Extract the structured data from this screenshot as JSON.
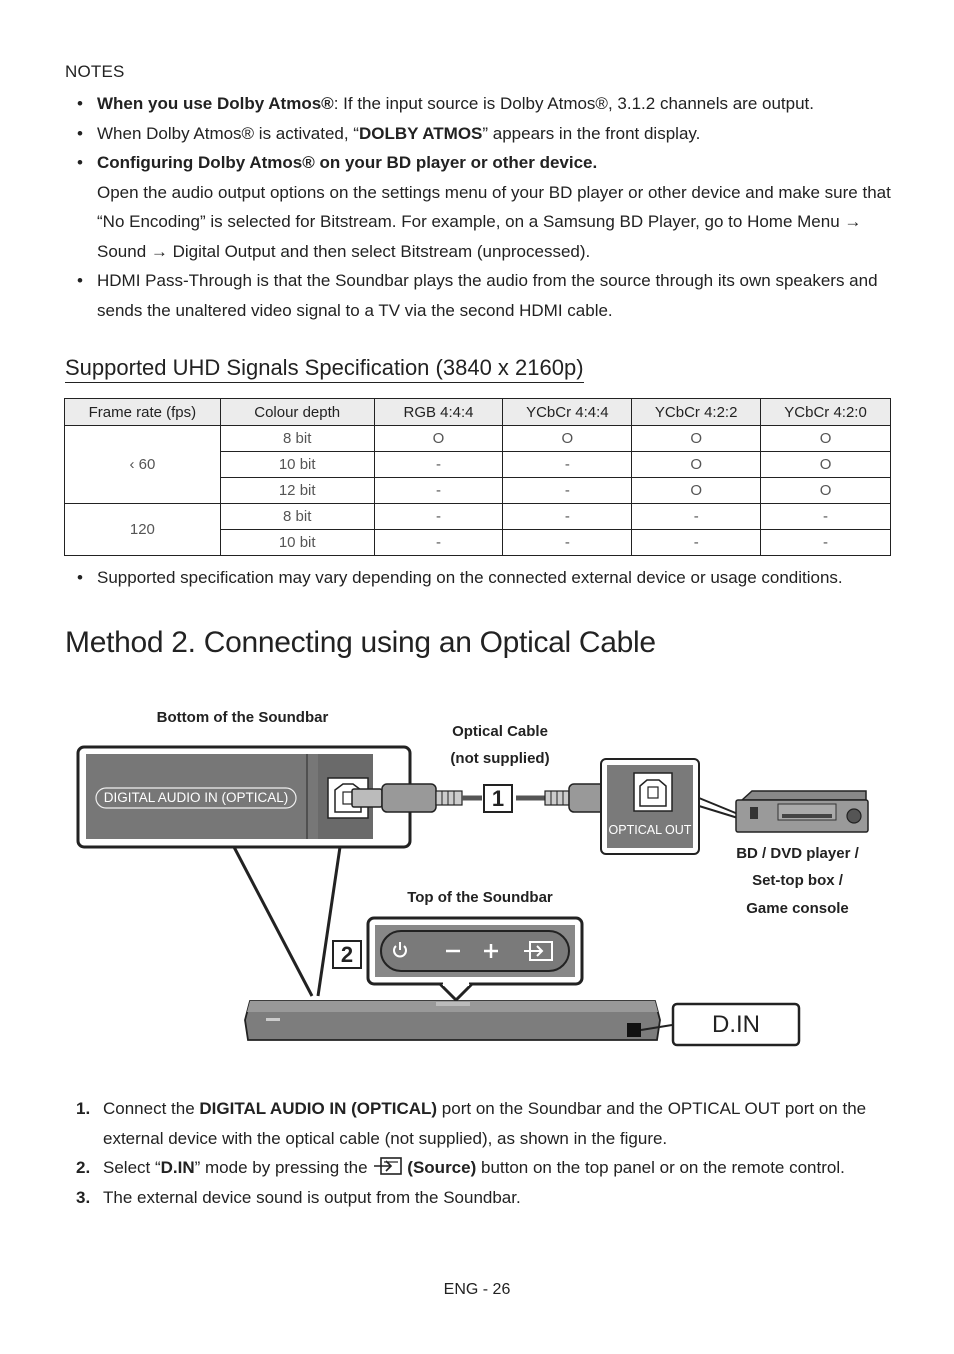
{
  "notes": {
    "title": "NOTES",
    "bullet": "•",
    "item1": {
      "bold": "When you use Dolby Atmos®",
      "rest": ": If the input source is Dolby Atmos®, 3.1.2 channels are output."
    },
    "item2": {
      "pre": "When Dolby Atmos® is activated, “",
      "bold": "DOLBY ATMOS",
      "post": "” appears in the front display."
    },
    "item3": {
      "bold": "Configuring Dolby Atmos® on your BD player or other device.",
      "body": "Open the audio output options on the settings menu of your BD player or other device and make sure that “No Encoding” is selected for Bitstream. For example, on a Samsung BD Player, go to Home Menu → Sound → Digital Output and then select Bitstream (unprocessed)."
    },
    "item4": {
      "text": "HDMI Pass-Through is that the Soundbar plays the audio from the source through its own speakers and sends the unaltered video signal to a TV via the second HDMI cable."
    }
  },
  "uhd": {
    "heading": "Supported UHD Signals Specification (3840 x 2160p)",
    "headers": [
      "Frame rate (fps)",
      "Colour depth",
      "RGB 4:4:4",
      "YCbCr 4:4:4",
      "YCbCr 4:2:2",
      "YCbCr 4:2:0"
    ],
    "groups": [
      {
        "rate": "‹ 60",
        "rows": [
          [
            "8 bit",
            "O",
            "O",
            "O",
            "O"
          ],
          [
            "10 bit",
            "-",
            "-",
            "O",
            "O"
          ],
          [
            "12 bit",
            "-",
            "-",
            "O",
            "O"
          ]
        ]
      },
      {
        "rate": "120",
        "rows": [
          [
            "8 bit",
            "-",
            "-",
            "-",
            "-"
          ],
          [
            "10 bit",
            "-",
            "-",
            "-",
            "-"
          ]
        ]
      }
    ],
    "note": "Supported specification may vary depending on the connected external device or usage conditions."
  },
  "method": {
    "heading": "Method 2. Connecting using an Optical Cable"
  },
  "diagram": {
    "bottom_label": "Bottom of the Soundbar",
    "port_label": "DIGITAL AUDIO IN (OPTICAL)",
    "cable_label_1": "Optical Cable",
    "cable_label_2": "(not supplied)",
    "step1_badge": "1",
    "optical_out_label": "OPTICAL OUT",
    "device_label_1": "BD / DVD player /",
    "device_label_2": "Set-top box /",
    "device_label_3": "Game console",
    "top_label": "Top of the Soundbar",
    "step2_badge": "2",
    "display_text": "D.IN",
    "icons": [
      "power-icon",
      "volume-down-icon",
      "volume-up-icon",
      "source-icon"
    ]
  },
  "steps": [
    {
      "num": "1.",
      "pre": "Connect the ",
      "bold": "DIGITAL AUDIO IN (OPTICAL)",
      "post": " port on the Soundbar and the OPTICAL OUT port on the external device with the optical cable (not supplied), as shown in the figure."
    },
    {
      "num": "2.",
      "pre": "Select “",
      "bold": "D.IN",
      "mid": "” mode by pressing the ",
      "bold2": "(Source)",
      "post": " button on the top panel or on the remote control."
    },
    {
      "num": "3.",
      "text": "The external device sound is output from the Soundbar."
    }
  ],
  "footer": "ENG - 26"
}
